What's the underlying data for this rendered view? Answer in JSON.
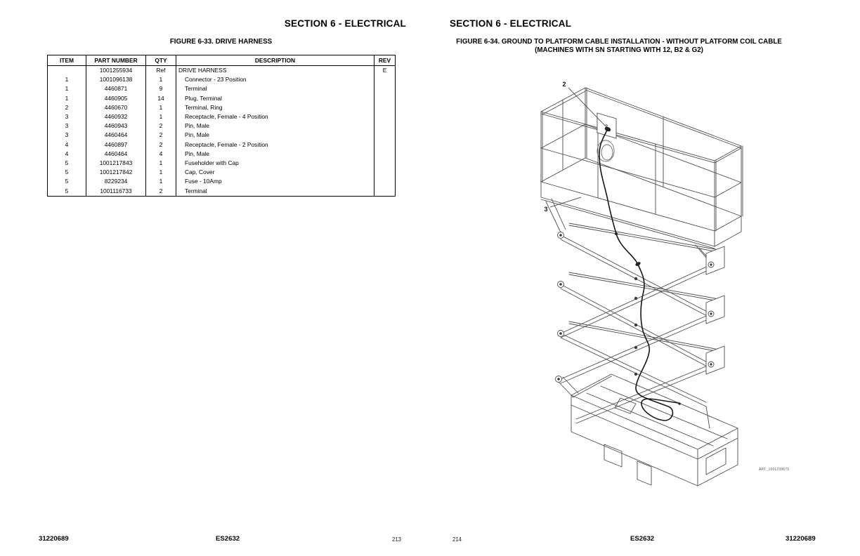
{
  "left_page": {
    "section_title": "SECTION 6 - ELECTRICAL",
    "figure_title": "FIGURE 6-33. DRIVE HARNESS",
    "table": {
      "headers": {
        "item": "ITEM",
        "part_number": "PART NUMBER",
        "qty": "QTY",
        "description": "DESCRIPTION",
        "rev": "REV"
      },
      "rows": [
        {
          "item": "",
          "part_number": "1001255934",
          "qty": "Ref",
          "description": "DRIVE HARNESS",
          "rev": "E",
          "indent": false
        },
        {
          "item": "1",
          "part_number": "1001096138",
          "qty": "1",
          "description": "Connector - 23 Position",
          "rev": "",
          "indent": true
        },
        {
          "item": "1",
          "part_number": "4460871",
          "qty": "9",
          "description": "Terminal",
          "rev": "",
          "indent": true
        },
        {
          "item": "1",
          "part_number": "4460905",
          "qty": "14",
          "description": "Plug, Terminal",
          "rev": "",
          "indent": true
        },
        {
          "item": "2",
          "part_number": "4460670",
          "qty": "1",
          "description": "Terminal, Ring",
          "rev": "",
          "indent": true
        },
        {
          "item": "3",
          "part_number": "4460932",
          "qty": "1",
          "description": "Receptacle, Female - 4 Position",
          "rev": "",
          "indent": true
        },
        {
          "item": "3",
          "part_number": "4460943",
          "qty": "2",
          "description": "Pin, Male",
          "rev": "",
          "indent": true
        },
        {
          "item": "3",
          "part_number": "4460464",
          "qty": "2",
          "description": "Pin, Male",
          "rev": "",
          "indent": true
        },
        {
          "item": "4",
          "part_number": "4460897",
          "qty": "2",
          "description": "Receptacle, Female - 2 Position",
          "rev": "",
          "indent": true
        },
        {
          "item": "4",
          "part_number": "4460464",
          "qty": "4",
          "description": "Pin, Male",
          "rev": "",
          "indent": true
        },
        {
          "item": "5",
          "part_number": "1001217843",
          "qty": "1",
          "description": "Fuseholder with Cap",
          "rev": "",
          "indent": true
        },
        {
          "item": "5",
          "part_number": "1001217842",
          "qty": "1",
          "description": "Cap, Cover",
          "rev": "",
          "indent": true
        },
        {
          "item": "5",
          "part_number": "8229234",
          "qty": "1",
          "description": "Fuse - 10Amp",
          "rev": "",
          "indent": true
        },
        {
          "item": "5",
          "part_number": "1001116733",
          "qty": "2",
          "description": "Terminal",
          "rev": "",
          "indent": true
        }
      ]
    },
    "footer": {
      "doc_number": "31220689",
      "model": "ES2632",
      "page_number": "213"
    }
  },
  "right_page": {
    "section_title": "SECTION 6 - ELECTRICAL",
    "figure_title_line1": "FIGURE 6-34. GROUND TO PLATFORM CABLE INSTALLATION - WITHOUT PLATFORM COIL CABLE",
    "figure_title_line2": "(MACHINES WITH SN STARTING WITH 12, B2 & G2)",
    "diagram": {
      "callout_2": "2",
      "callout_3": "3",
      "art_number": "ART_1001239675"
    },
    "footer": {
      "page_number": "214",
      "model": "ES2632",
      "doc_number": "31220689"
    }
  }
}
